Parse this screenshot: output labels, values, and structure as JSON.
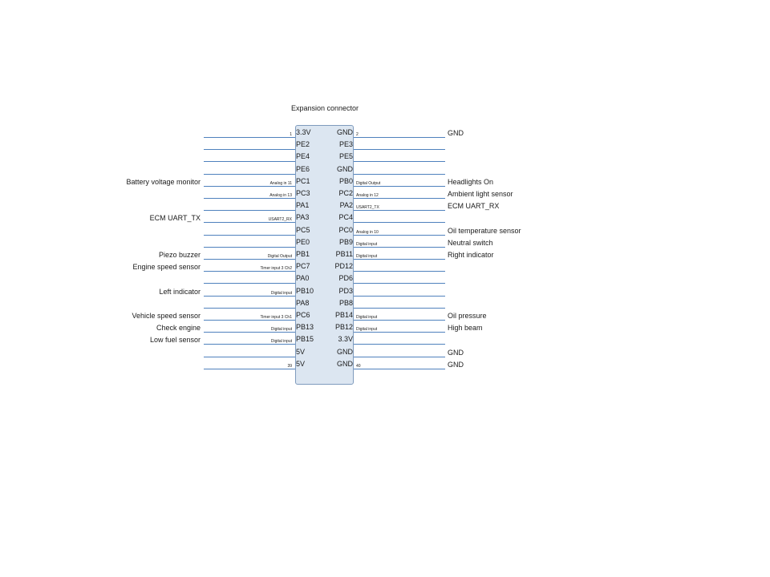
{
  "title": "Expansion connector",
  "rows": [
    {
      "left_pin": "3.3V",
      "right_pin": "GND",
      "left_func": "1",
      "right_func": "2",
      "left_label": "",
      "right_label": "GND"
    },
    {
      "left_pin": "PE2",
      "right_pin": "PE3",
      "left_func": "",
      "right_func": "",
      "left_label": "",
      "right_label": ""
    },
    {
      "left_pin": "PE4",
      "right_pin": "PE5",
      "left_func": "",
      "right_func": "",
      "left_label": "",
      "right_label": ""
    },
    {
      "left_pin": "PE6",
      "right_pin": "GND",
      "left_func": "",
      "right_func": "",
      "left_label": "",
      "right_label": ""
    },
    {
      "left_pin": "PC1",
      "right_pin": "PB0",
      "left_func": "Analog in 11",
      "right_func": "Digital Output",
      "left_label": "Battery voltage monitor",
      "right_label": "Headlights On"
    },
    {
      "left_pin": "PC3",
      "right_pin": "PC2",
      "left_func": "Analog in 13",
      "right_func": "Analog in 12",
      "left_label": "",
      "right_label": "Ambient light sensor"
    },
    {
      "left_pin": "PA1",
      "right_pin": "PA2",
      "left_func": "",
      "right_func": "USART2_TX",
      "left_label": "",
      "right_label": "ECM UART_RX"
    },
    {
      "left_pin": "PA3",
      "right_pin": "PC4",
      "left_func": "USART2_RX",
      "right_func": "",
      "left_label": "ECM UART_TX",
      "right_label": ""
    },
    {
      "left_pin": "PC5",
      "right_pin": "PC0",
      "left_func": "",
      "right_func": "Analog in 10",
      "left_label": "",
      "right_label": "Oil temperature sensor"
    },
    {
      "left_pin": "PE0",
      "right_pin": "PB9",
      "left_func": "",
      "right_func": "Digital input",
      "left_label": "",
      "right_label": "Neutral switch"
    },
    {
      "left_pin": "PB1",
      "right_pin": "PB11",
      "left_func": "Digital Output",
      "right_func": "Digital input",
      "left_label": "Piezo  buzzer",
      "right_label": "Right indicator"
    },
    {
      "left_pin": "PC7",
      "right_pin": "PD12",
      "left_func": "Timer input 3 Ch2",
      "right_func": "",
      "left_label": "Engine speed sensor",
      "right_label": ""
    },
    {
      "left_pin": "PA0",
      "right_pin": "PD6",
      "left_func": "",
      "right_func": "",
      "left_label": "",
      "right_label": ""
    },
    {
      "left_pin": "PB10",
      "right_pin": "PD3",
      "left_func": "Digital input",
      "right_func": "",
      "left_label": "Left indicator",
      "right_label": ""
    },
    {
      "left_pin": "PA8",
      "right_pin": "PB8",
      "left_func": "",
      "right_func": "",
      "left_label": "",
      "right_label": ""
    },
    {
      "left_pin": "PC6",
      "right_pin": "PB14",
      "left_func": "Timer input 3 Ch1",
      "right_func": "Digital input",
      "left_label": "Vehicle speed sensor",
      "right_label": "Oil pressure"
    },
    {
      "left_pin": "PB13",
      "right_pin": "PB12",
      "left_func": "Digital input",
      "right_func": "Digital input",
      "left_label": "Check engine",
      "right_label": "High beam"
    },
    {
      "left_pin": "PB15",
      "right_pin": "3.3V",
      "left_func": "Digital input",
      "right_func": "",
      "left_label": "Low fuel sensor",
      "right_label": ""
    },
    {
      "left_pin": "5V",
      "right_pin": "GND",
      "left_func": "",
      "right_func": "",
      "left_label": "",
      "right_label": "GND"
    },
    {
      "left_pin": "5V",
      "right_pin": "GND",
      "left_func": "39",
      "right_func": "40",
      "left_label": "",
      "right_label": "GND"
    }
  ]
}
